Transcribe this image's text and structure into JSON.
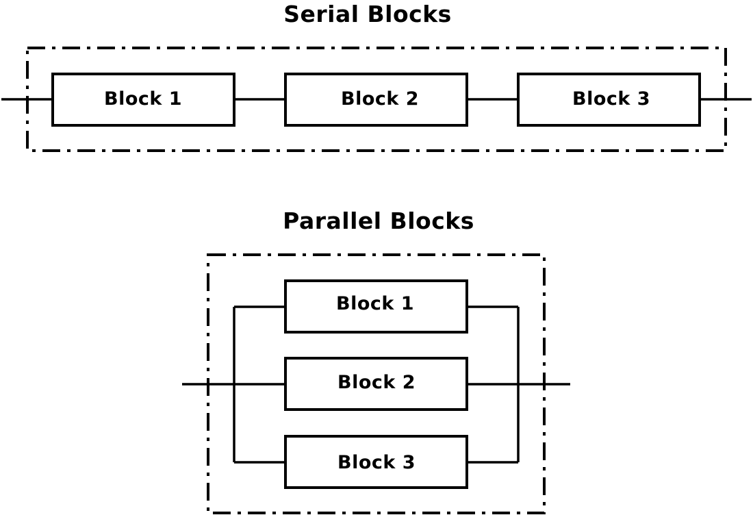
{
  "serial": {
    "title": "Serial Blocks",
    "blocks": [
      "Block 1",
      "Block 2",
      "Block 3"
    ]
  },
  "parallel": {
    "title": "Parallel Blocks",
    "blocks": [
      "Block 1",
      "Block 2",
      "Block 3"
    ]
  },
  "colors": {
    "line": "#000000",
    "background": "#ffffff"
  }
}
